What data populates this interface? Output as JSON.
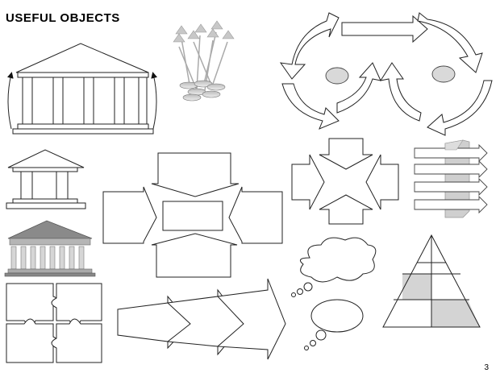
{
  "page": {
    "title": "USEFUL OBJECTS",
    "page_number": "3"
  },
  "objects": [
    "temple-with-curved-arrows",
    "upward-arrow-bundle-with-disks",
    "double-cycle-arrows",
    "small-temple",
    "converging-arrows-box",
    "four-arrows-cross",
    "stacked-arrow-list",
    "gray-classical-temple",
    "thought-bubbles",
    "pyramid",
    "jigsaw-puzzle",
    "growing-arrows"
  ],
  "colors": {
    "stroke": "#222222",
    "fill": "#ffffff",
    "shade": "#d9d9d9",
    "dark_shade": "#9a9a9a"
  }
}
